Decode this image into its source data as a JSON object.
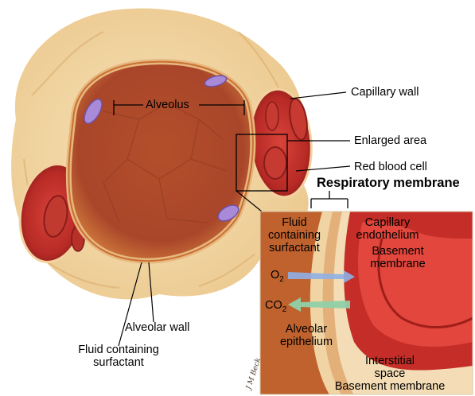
{
  "labels": {
    "alveolus": "Alveolus",
    "capillary_wall": "Capillary wall",
    "enlarged_area": "Enlarged area",
    "red_blood_cell": "Red blood cell",
    "respiratory_membrane": "Respiratory membrane",
    "fluid_inset_line1": "Fluid",
    "fluid_inset_line2": "containing",
    "fluid_inset_line3": "surfactant",
    "o2": "O",
    "o2_sub": "2",
    "co2": "CO",
    "co2_sub": "2",
    "capillary_endothelium_line1": "Capillary",
    "capillary_endothelium_line2": "endothelium",
    "basement_membrane_line1": "Basement",
    "basement_membrane_line2": "membrane",
    "alveolar_epithelium_line1": "Alveolar",
    "alveolar_epithelium_line2": "epithelium",
    "interstitial_line1": "Interstitial",
    "interstitial_line2": "space",
    "interstitial_line3": "Basement membrane",
    "alveolar_wall": "Alveolar wall",
    "fluid_main_line1": "Fluid containing",
    "fluid_main_line2": "surfactant"
  },
  "signature": "J M Beck",
  "colors": {
    "tissue": "#f3ddb0",
    "alveolus_rim": "#c8702f",
    "alveolus_interior": "#b8552c",
    "capillary": "#c0302a",
    "capillary_dark": "#8a1c1a",
    "nucleus": "#a98ad8",
    "o2_arrow": "#8fb0e6",
    "co2_arrow": "#8fd0a8"
  }
}
